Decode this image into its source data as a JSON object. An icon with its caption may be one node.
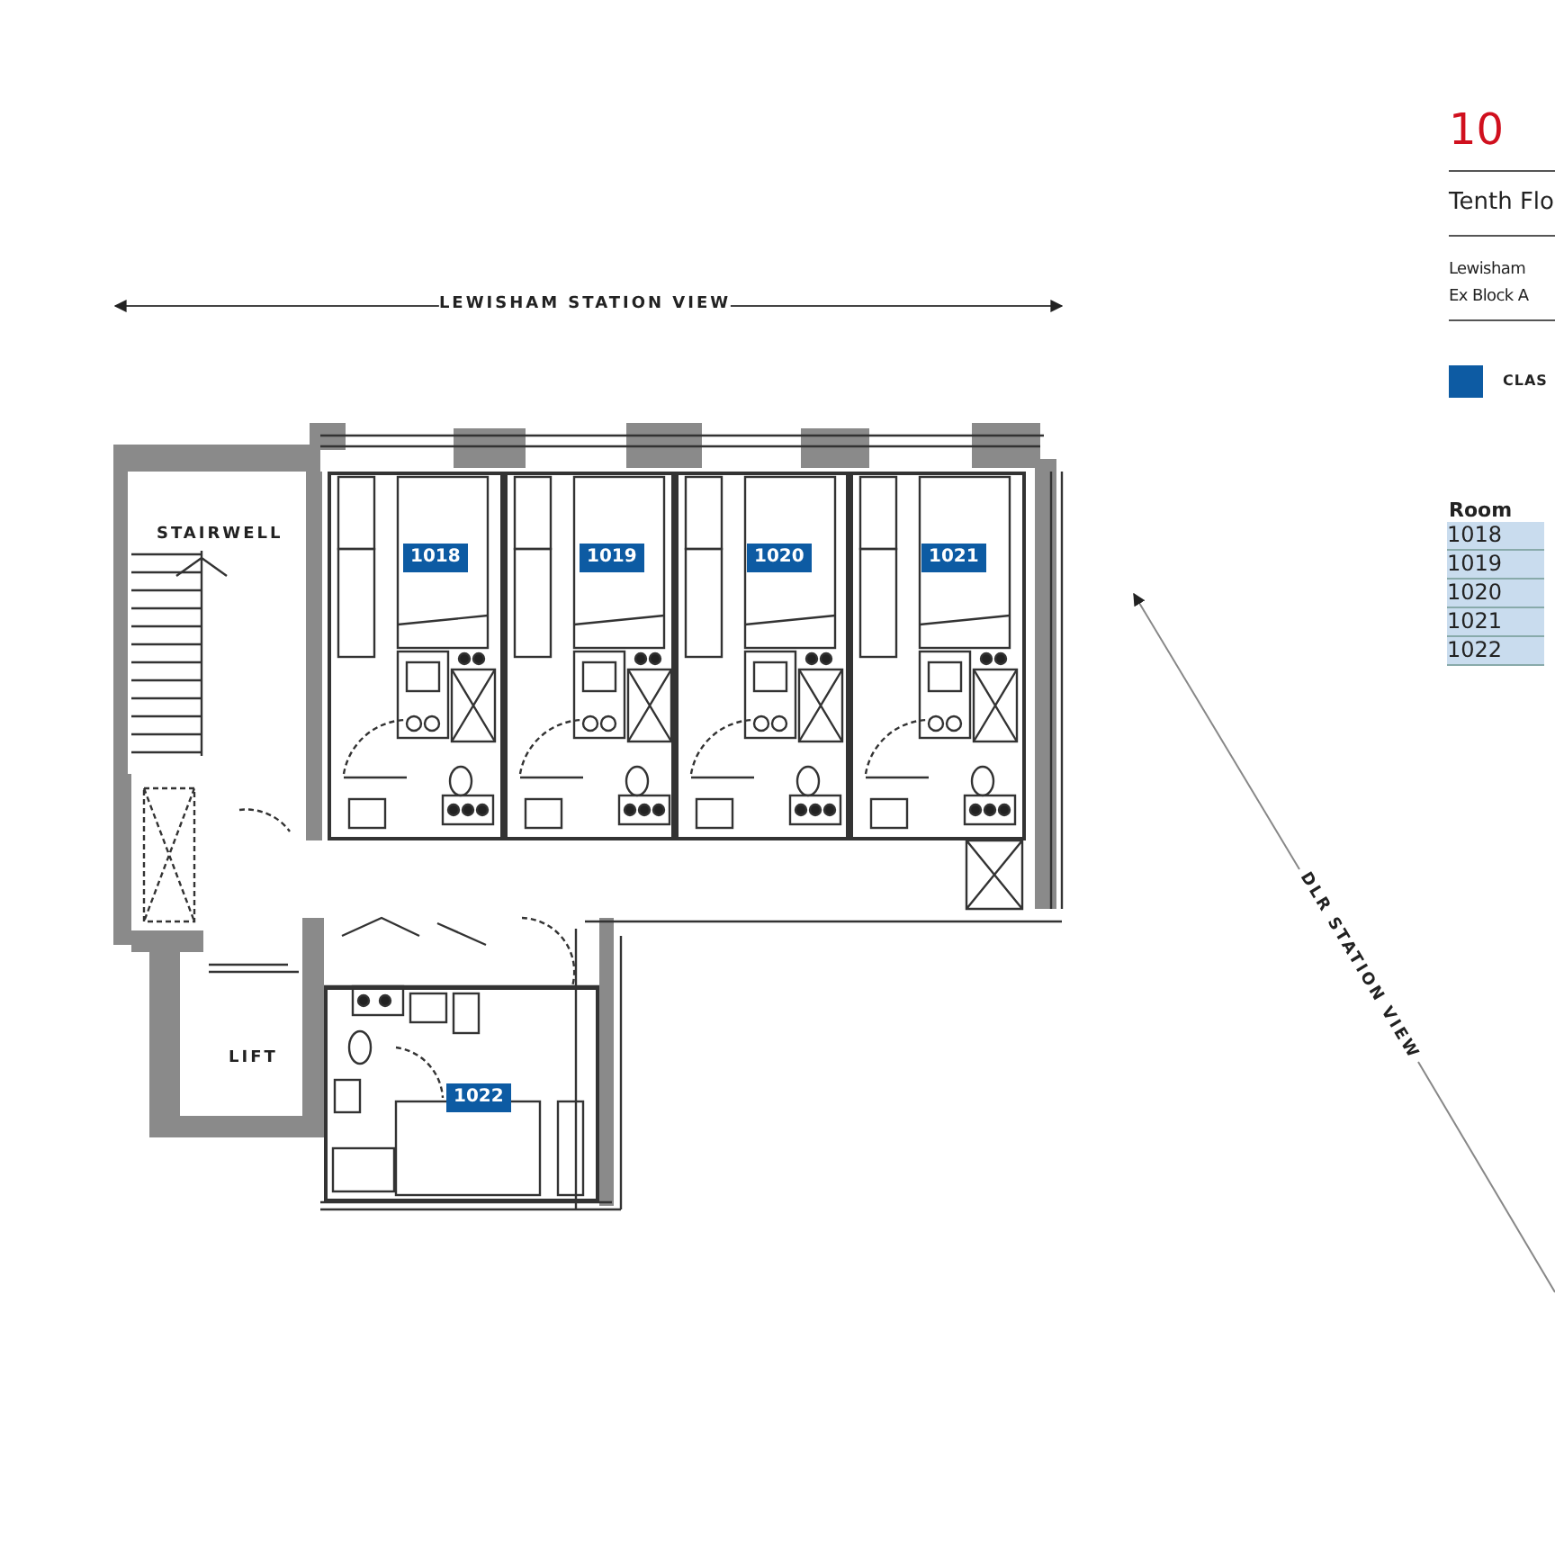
{
  "diagram": {
    "nodes": [
      {
        "text": [
          "STAIRWELL"
        ]
      },
      {
        "text": [
          "LIFT"
        ]
      },
      {
        "text": [
          "1018"
        ]
      },
      {
        "text": [
          "1019"
        ]
      },
      {
        "text": [
          "1020"
        ]
      },
      {
        "text": [
          "1021"
        ]
      },
      {
        "text": [
          "1022"
        ]
      }
    ],
    "edges": [],
    "labels": [
      "LEWISHAM STATION VIEW",
      "DLR STATION VIEW",
      "10",
      "Tenth Flo",
      "Lewisham Ex Block A",
      "Room",
      "1018",
      "1019",
      "1020",
      "1021",
      "1022"
    ],
    "legend": [
      {
        "text": "CLAS",
        "color": "#0d5ba3"
      }
    ]
  }
}
